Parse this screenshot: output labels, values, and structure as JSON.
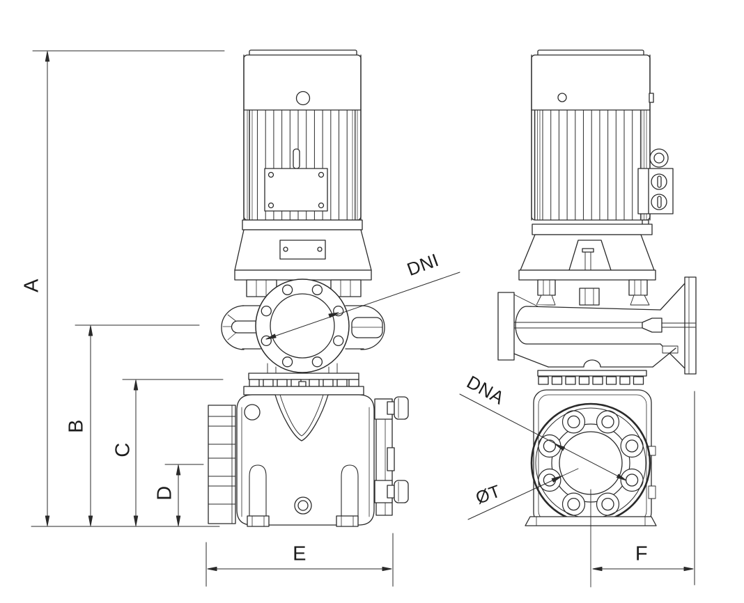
{
  "figure": {
    "background_color": "#ffffff",
    "line_color": "#2a2a2a",
    "description": "Dimensional outline drawing of a vertical in-line pump with motor, front view (left) and side view (right)"
  },
  "dimensions": {
    "vertical": [
      {
        "label": "A"
      },
      {
        "label": "B"
      },
      {
        "label": "C"
      },
      {
        "label": "D"
      }
    ],
    "horizontal": [
      {
        "label": "E"
      },
      {
        "label": "F"
      }
    ],
    "callouts": [
      {
        "label": "DNI"
      },
      {
        "label": "DNA"
      },
      {
        "label": "ØT"
      }
    ]
  }
}
